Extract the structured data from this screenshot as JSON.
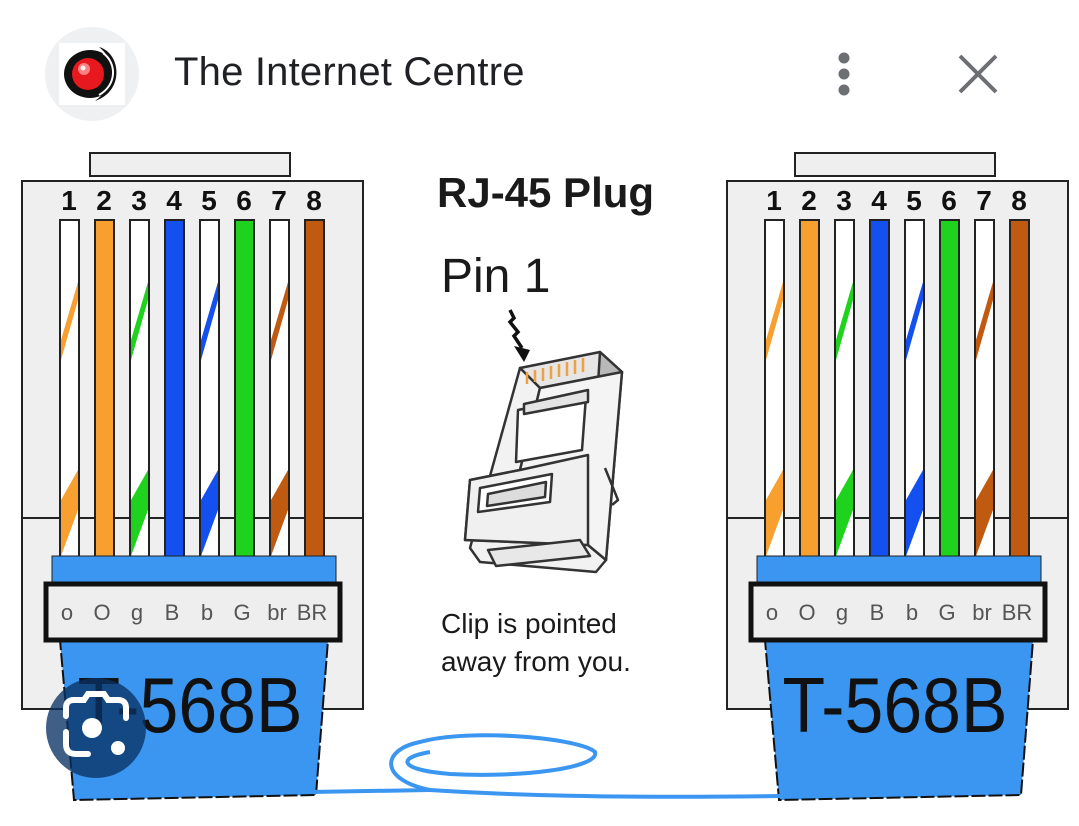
{
  "header": {
    "title": "The Internet Centre",
    "logo_icon": "red-orb-swirl-logo",
    "more_icon": "more-vert-icon",
    "close_icon": "close-icon"
  },
  "diagram": {
    "title": "RJ-45 Plug",
    "pin_label": "Pin 1",
    "note_line1": "Clip is pointed",
    "note_line2": "away from you.",
    "connectors": [
      {
        "standard": "T-568B",
        "pins": [
          "1",
          "2",
          "3",
          "4",
          "5",
          "6",
          "7",
          "8"
        ],
        "codes": [
          "o",
          "O",
          "g",
          "B",
          "b",
          "G",
          "br",
          "BR"
        ]
      },
      {
        "standard": "T-568B",
        "pins": [
          "1",
          "2",
          "3",
          "4",
          "5",
          "6",
          "7",
          "8"
        ],
        "codes": [
          "o",
          "O",
          "g",
          "B",
          "b",
          "G",
          "br",
          "BR"
        ]
      }
    ],
    "wires": [
      {
        "name": "white-orange",
        "base": "#ffffff",
        "stripe": "#f7a030"
      },
      {
        "name": "orange",
        "base": "#f7a030",
        "stripe": null
      },
      {
        "name": "white-green",
        "base": "#ffffff",
        "stripe": "#1ed21e"
      },
      {
        "name": "blue",
        "base": "#1450f0",
        "stripe": null
      },
      {
        "name": "white-blue",
        "base": "#ffffff",
        "stripe": "#1450f0"
      },
      {
        "name": "green",
        "base": "#1ed21e",
        "stripe": null
      },
      {
        "name": "white-brown",
        "base": "#ffffff",
        "stripe": "#c05a10"
      },
      {
        "name": "brown",
        "base": "#c05a10",
        "stripe": null
      }
    ],
    "colors": {
      "jacket": "#3a96f0",
      "cable": "#3a96f0",
      "housing": "#efefef"
    }
  },
  "lens": {
    "icon": "google-lens-icon"
  }
}
